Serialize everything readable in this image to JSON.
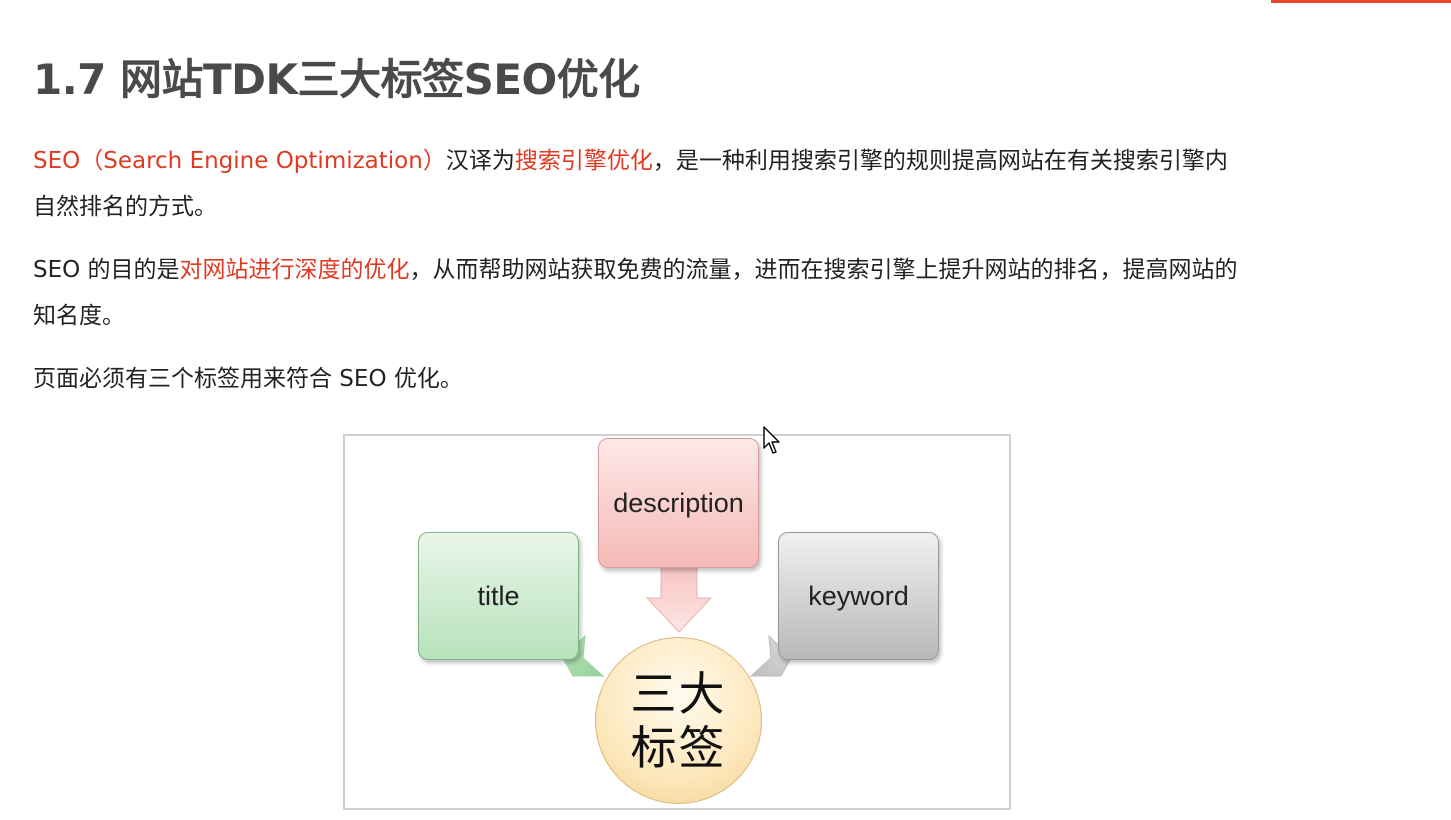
{
  "title": "1.7 网站TDK三大标签SEO优化",
  "paragraph1": {
    "red1": "SEO（Search Engine Optimization）",
    "text1": "汉译为",
    "red2": "搜索引擎优化",
    "text2": "，是一种利用搜索引擎的规则提高网站在有关搜索引擎内自然排名的方式。"
  },
  "paragraph2": {
    "text1": "SEO 的目的是",
    "red1": "对网站进行深度的优化",
    "text2": "，从而帮助网站获取免费的流量，进而在搜索引擎上提升网站的排名，提高网站的知名度。"
  },
  "paragraph3": {
    "text1": "页面必须有三个标签用来符合 SEO 优化。"
  },
  "diagram": {
    "title_box": "title",
    "description_box": "description",
    "keyword_box": "keyword",
    "center": "三大标签"
  },
  "colors": {
    "accent_red": "#e03a22",
    "title_gray": "#4a4a4a"
  }
}
